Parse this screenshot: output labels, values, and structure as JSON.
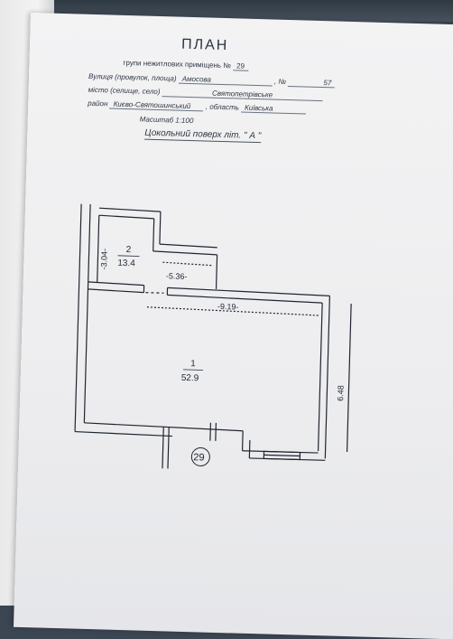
{
  "header": {
    "title": "ПЛАН",
    "group_line": "групи нежитлових приміщень №",
    "group_number": "29",
    "street_label": "Вулиця (провулок, площа)",
    "street_value": "Амосова",
    "house_label": ", №",
    "house_value": "57",
    "city_label": "місто (селище, село)",
    "city_value": "Святопетрівське",
    "district_label": "район",
    "district_value": "Києво-Святошинський",
    "region_label": ", область",
    "region_value": "Київська",
    "scale": "Масштаб 1:100",
    "floor_title": "Цокольний поверх літ. \" А \""
  },
  "plan": {
    "dims": {
      "left_vertical": "-3.04-",
      "top_small": "-5.36-",
      "top_large": "-9.19-",
      "right_vertical": "6.48"
    },
    "rooms": [
      {
        "number": "2",
        "area": "13.4"
      },
      {
        "number": "1",
        "area": "52.9"
      }
    ],
    "group_marker": "29"
  }
}
